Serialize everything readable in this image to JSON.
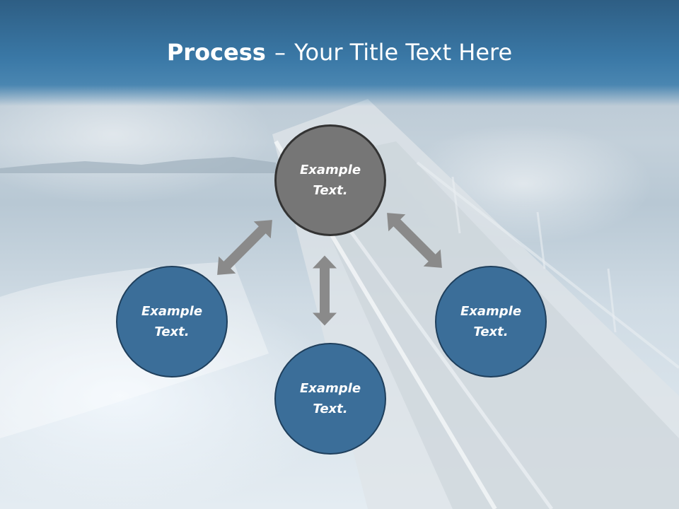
{
  "slide": {
    "title_bold": "Process",
    "title_separator": "–",
    "title_rest": "Your Title Text Here"
  },
  "nodes": {
    "top": "Example\nText.",
    "left": "Example\nText.",
    "right": "Example\nText.",
    "bottom": "Example\nText."
  },
  "colors": {
    "header": "#3a78a6",
    "node_blue": "#3b6e99",
    "node_gray": "#767676",
    "arrow": "#8a8a8a"
  }
}
